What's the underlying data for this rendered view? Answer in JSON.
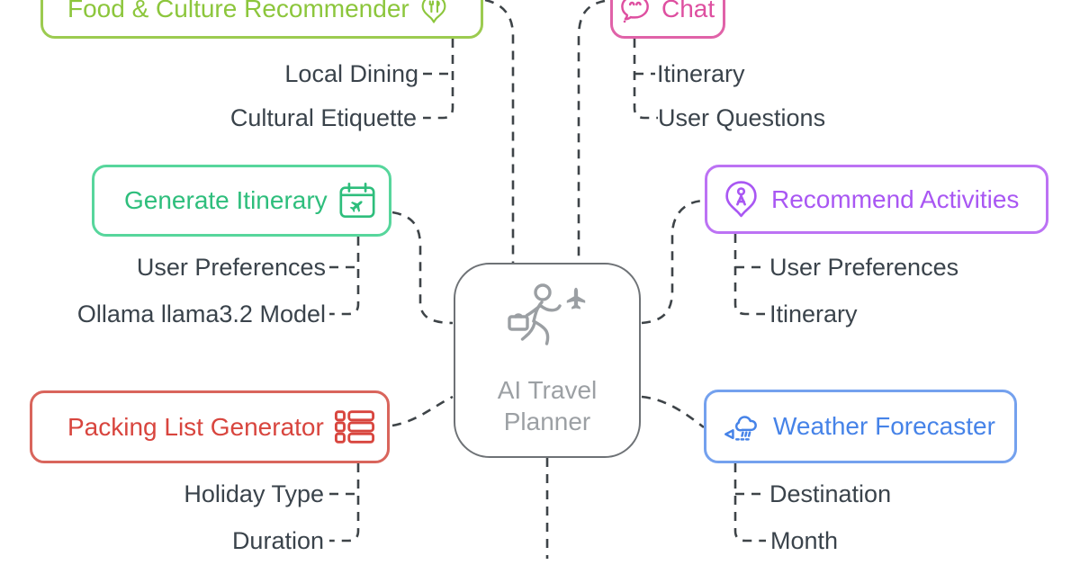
{
  "canvas": {
    "background": "#ffffff",
    "connector_color": "#3e4448",
    "leaf_text_color": "#3a434b"
  },
  "center": {
    "label": "AI Travel Planner",
    "icon": "traveler-with-briefcase-and-plane-icon",
    "border_color": "#6e7276",
    "text_color": "#9ca0a4"
  },
  "nodes": [
    {
      "id": "food",
      "label": "Food & Culture Recommender",
      "icon": "food-pin-icon",
      "color": "#8cc63c",
      "children": [
        "Local Dining",
        "Cultural Etiquette"
      ]
    },
    {
      "id": "chat",
      "label": "Chat",
      "icon": "chat-bubble-icon",
      "color": "#de4fa0",
      "children": [
        "Itinerary",
        "User Questions"
      ]
    },
    {
      "id": "generate-itinerary",
      "label": "Generate Itinerary",
      "icon": "calendar-plane-icon",
      "color": "#2ebe7c",
      "children": [
        "User Preferences",
        "Ollama llama3.2 Model"
      ]
    },
    {
      "id": "recommend-activities",
      "label": "Recommend Activities",
      "icon": "pin-person-icon",
      "color": "#a957f3",
      "children": [
        "User Preferences",
        "Itinerary"
      ]
    },
    {
      "id": "packing-list",
      "label": "Packing List Generator",
      "icon": "checklist-icon",
      "color": "#d8453e",
      "children": [
        "Holiday Type",
        "Duration"
      ]
    },
    {
      "id": "weather",
      "label": "Weather Forecaster",
      "icon": "storm-cloud-wind-icon",
      "color": "#4683e8",
      "children": [
        "Destination",
        "Month"
      ]
    }
  ]
}
